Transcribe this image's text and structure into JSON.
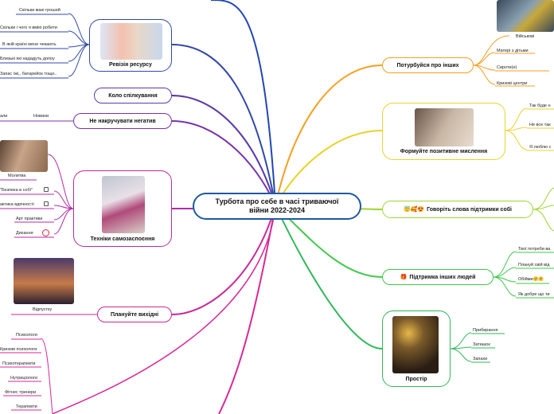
{
  "center": {
    "title": "Турбота    про   себе   в   часі триваючої  війни 2022-2024"
  },
  "right": {
    "care": {
      "label": "Потурбуйся про інших",
      "items": [
        "Військові",
        "Матері з дітьми",
        "Сироти(е)",
        "Кризові центри"
      ]
    },
    "positive": {
      "label": "Формуйте позитивне мислення",
      "items": [
        "Так буде н",
        "Не все так",
        "Я люблю с"
      ]
    },
    "words": {
      "emoji": "😇🥰😍",
      "label": "Говоріть слова підтримки собі"
    },
    "support": {
      "emoji": "🎁",
      "label": "Підтримка інших людей",
      "items": [
        "Твої потреби ва",
        "Плануй свій від",
        "Обійми🤗🤗",
        "Як добре що ти"
      ]
    },
    "space": {
      "label": "Простір",
      "items": [
        "Прибирання",
        "Затишок",
        "Запахи"
      ]
    }
  },
  "left": {
    "resource": {
      "label": "Ревізія ресурсу",
      "items": [
        "Скільки маю грошей",
        "Скільки і чого я вмію робити",
        "В якій країні мене чекають",
        "Близькі які нададуть допоу",
        "Запас їжі,, батарейок тощо.."
      ]
    },
    "circle": {
      "label": "Коло спілкування"
    },
    "negative": {
      "label": "Не накручувати негатив",
      "items": [
        "али",
        "Новини"
      ]
    },
    "techniques": {
      "label": "Техніки  самозаспоєння",
      "prayer": "Молитва",
      "items": [
        "\"Безпека в собі\"",
        "актика вдячності",
        "Арт практики",
        "Дихання"
      ]
    },
    "weekend": {
      "label": "Плануйте вихідні",
      "vacation": "Відпустку"
    },
    "specialists": {
      "items": [
        "Психологи",
        "Кризові психологи",
        "Психотерапевти",
        "Нутриціологи",
        "Фітнес тренери",
        "Терапевти"
      ]
    }
  }
}
